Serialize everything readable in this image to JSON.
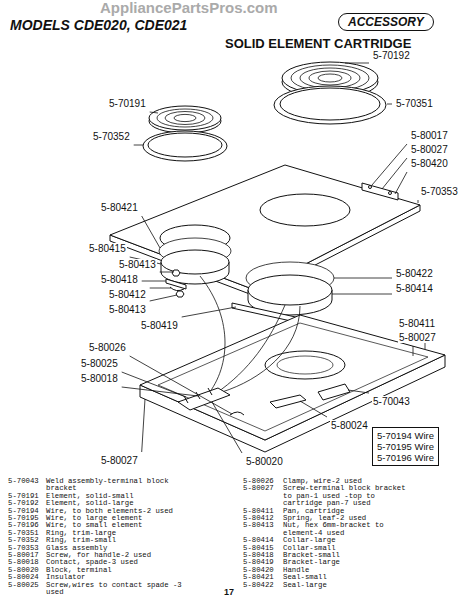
{
  "diagram": {
    "title": "SOLID ELEMENT CARTRIDGE",
    "nodes": [
      {
        "text": [
          "ACCESSORY"
        ]
      },
      {
        "text": [
          "5-70194 Wire",
          "5-70195 Wire",
          "5-70196 Wire"
        ]
      }
    ],
    "labels": [
      "MODELS CDE020, CDE021",
      "AppliancePartsPros.com",
      "5-70192",
      "5-70191",
      "5-70351",
      "5-70352",
      "5-80017",
      "5-80027",
      "5-80420",
      "5-70353",
      "5-80421",
      "5-80415",
      "5-80422",
      "5-80413",
      "5-80418",
      "5-80414",
      "5-80412",
      "5-80413",
      "5-80419",
      "5-80411",
      "5-80027",
      "5-80026",
      "5-70043",
      "5-80025",
      "5-80018",
      "5-80024",
      "5-80020",
      "5-80027",
      "5-70043",
      "Weld assembly-terminal block bracket",
      "5-70191",
      "Element, solid-small",
      "5-70192",
      "Element, solid-large",
      "5-70194",
      "Wire, to both elements-2 used",
      "5-70195",
      "Wire, to large element",
      "5-70196",
      "Wire, to small element",
      "5-70351",
      "Ring, trim-large",
      "5-70352",
      "Ring, trim-small",
      "5-70353",
      "Glass assembly",
      "5-80017",
      "Screw, for handle-2 used",
      "5-80018",
      "Contact, spade-3 used",
      "5-80020",
      "Block, terminal",
      "5-80024",
      "Insulator",
      "5-80025",
      "Screw,wires to contact spade -3 used",
      "5-80026",
      "Clamp, wire-2 used",
      "5-80027",
      "Screw-terminal block bracket to pan-1 used -top to cartridge pan-7 used",
      "5-80411",
      "Pan, cartridge",
      "5-80412",
      "Spring, leaf-2 used",
      "5-80413",
      "Nut, hex 6mm-bracket to element-4 used",
      "5-80414",
      "Collar-large",
      "5-80415",
      "Collar-small",
      "5-80418",
      "Bracket-small",
      "5-80419",
      "Bracket-large",
      "5-80420",
      "Handle",
      "5-80421",
      "Seal-small",
      "5-80422",
      "Seal-large",
      "17"
    ]
  }
}
